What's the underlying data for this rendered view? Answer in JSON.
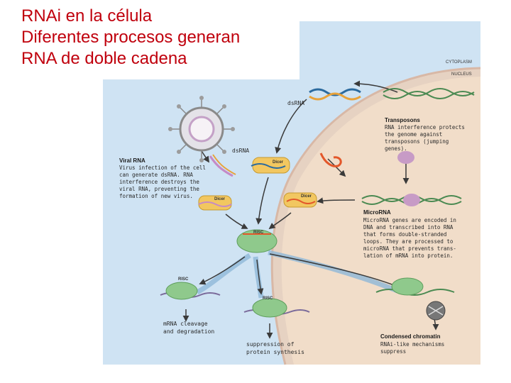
{
  "title": {
    "line1": "RNAi en la célula",
    "line2": "Diferentes procesos generan",
    "line3": "RNA de doble cadena"
  },
  "regions": {
    "cytoplasm": "CYTOPLASM",
    "nucleus": "NUCLEUS"
  },
  "molecules": {
    "dsrna": "dsRNA",
    "dsrna_viral": "dsRNA",
    "dicer_1": "Dicer",
    "dicer_2": "Dicer",
    "dicer_3": "Dicer",
    "risc_1": "RISC",
    "risc_2": "RISC",
    "risc_3": "RISC"
  },
  "viral": {
    "title": "Viral RNA",
    "lines": [
      "Virus infection of the cell",
      "can generate dsRNA. RNA",
      "interference destroys the",
      "viral RNA, preventing the",
      "formation of new virus."
    ]
  },
  "transposons": {
    "title": "Transposons",
    "lines": [
      "RNA interference protects",
      "the genome against",
      "transposons (jumping",
      "genes)."
    ]
  },
  "microrna": {
    "title": "MicroRNA",
    "lines": [
      "MicroRNA genes are encoded in",
      "DNA and transcribed into RNA",
      "that forms double-stranded",
      "loops. They are processed to",
      "microRNA that prevents trans-",
      "lation of mRNA into protein."
    ]
  },
  "chromatin": {
    "title": "Condensed chromatin",
    "lines": [
      "RNAi-like mechanisms",
      "suppress"
    ]
  },
  "outcomes": {
    "cleavage": [
      "mRNA cleavage",
      "and degradation"
    ],
    "suppression": [
      "suppression of",
      "protein synthesis"
    ]
  },
  "colors": {
    "title": "#c0000d",
    "cytoplasm": "#cfe3f3",
    "nucleus": "#f1ddc9",
    "membrane": "#b0aec6",
    "arrow": "#3a3a3a",
    "flow": "#8fb8d8",
    "risc": "#8fc98c",
    "dicer": "#f2c760"
  }
}
